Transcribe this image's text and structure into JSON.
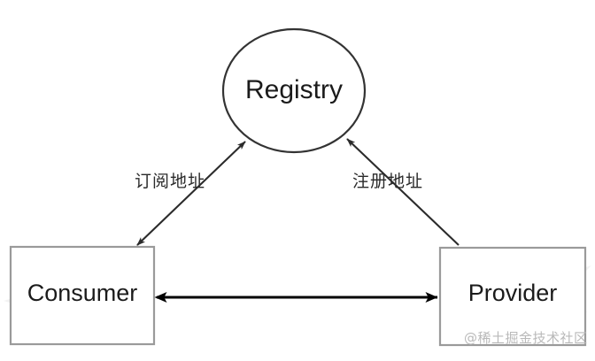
{
  "diagram": {
    "type": "service-registry-architecture",
    "background_color": "#ffffff",
    "nodes": [
      {
        "id": "registry",
        "label": "Registry",
        "shape": "ellipse",
        "stroke_color": "#333333",
        "fill_color": "#ffffff"
      },
      {
        "id": "consumer",
        "label": "Consumer",
        "shape": "rectangle",
        "stroke_color": "#9a9a9a",
        "fill_color": "#ffffff"
      },
      {
        "id": "provider",
        "label": "Provider",
        "shape": "rectangle",
        "stroke_color": "#9a9a9a",
        "fill_color": "#ffffff"
      }
    ],
    "edges": [
      {
        "id": "consumer-registry",
        "from": "consumer",
        "to": "registry",
        "label": "订阅地址",
        "arrowheads": "both",
        "stroke_color": "#2b2b2b"
      },
      {
        "id": "provider-registry",
        "from": "provider",
        "to": "registry",
        "label": "注册地址",
        "arrowheads": "start",
        "stroke_color": "#2b2b2b"
      },
      {
        "id": "consumer-provider",
        "from": "consumer",
        "to": "provider",
        "label": "",
        "arrowheads": "both",
        "stroke_color": "#000000"
      }
    ]
  },
  "watermark": {
    "text": "@稀土掘金技术社区",
    "color": "#b9b9b9"
  }
}
